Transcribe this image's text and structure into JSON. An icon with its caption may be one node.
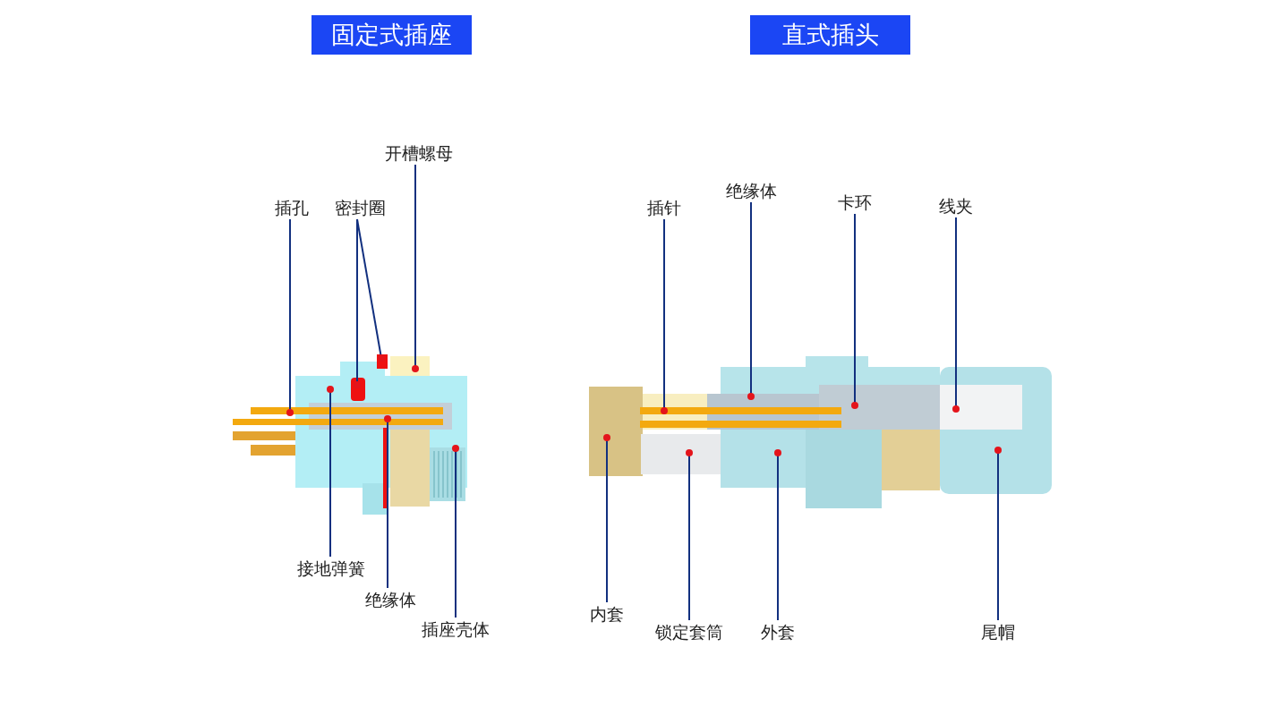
{
  "diagram": {
    "nodes": [
      {
        "text": [
          "固定式插座"
        ]
      },
      {
        "text": [
          "直式插头"
        ]
      },
      {
        "text": [
          "开槽螺母"
        ]
      },
      {
        "text": [
          "插孔"
        ]
      },
      {
        "text": [
          "密封圈"
        ]
      },
      {
        "text": [
          "接地弹簧"
        ]
      },
      {
        "text": [
          "绝缘体"
        ]
      },
      {
        "text": [
          "插座壳体"
        ]
      },
      {
        "text": [
          "插针"
        ]
      },
      {
        "text": [
          "绝缘体"
        ]
      },
      {
        "text": [
          "卡环"
        ]
      },
      {
        "text": [
          "线夹"
        ]
      },
      {
        "text": [
          "内套"
        ]
      },
      {
        "text": [
          "锁定套筒"
        ]
      },
      {
        "text": [
          "外套"
        ]
      },
      {
        "text": [
          "尾帽"
        ]
      }
    ],
    "edges": [
      {
        "from": 2,
        "to": null,
        "arrow": "other"
      },
      {
        "from": 3,
        "to": null,
        "arrow": "other"
      },
      {
        "from": 4,
        "to": null,
        "arrow": "other"
      },
      {
        "from": 4,
        "to": null,
        "arrow": "other"
      },
      {
        "from": 5,
        "to": null,
        "arrow": "other"
      },
      {
        "from": 6,
        "to": null,
        "arrow": "other"
      },
      {
        "from": 7,
        "to": null,
        "arrow": "other"
      },
      {
        "from": 8,
        "to": null,
        "arrow": "other"
      },
      {
        "from": 9,
        "to": null,
        "arrow": "other"
      },
      {
        "from": 10,
        "to": null,
        "arrow": "other"
      },
      {
        "from": 11,
        "to": null,
        "arrow": "other"
      },
      {
        "from": 12,
        "to": null,
        "arrow": "other"
      },
      {
        "from": 13,
        "to": null,
        "arrow": "other"
      },
      {
        "from": 14,
        "to": null,
        "arrow": "other"
      },
      {
        "from": 15,
        "to": null,
        "arrow": "other"
      }
    ]
  }
}
